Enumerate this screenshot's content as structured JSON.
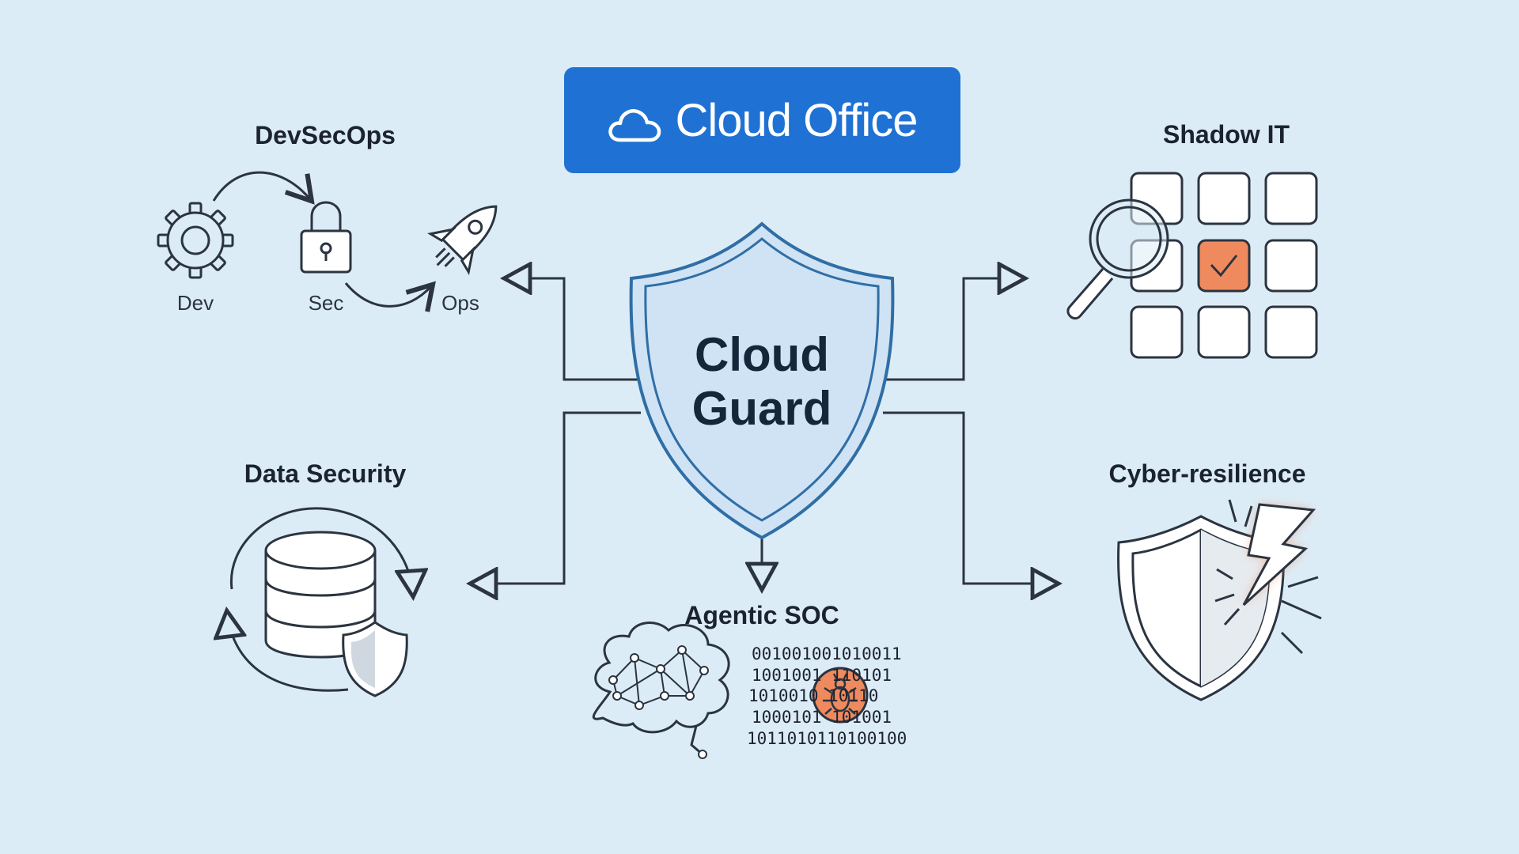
{
  "banner": {
    "title": "Cloud Office",
    "icon": "cloud-icon",
    "color": "#1f72d3"
  },
  "center": {
    "line1": "Cloud",
    "line2": "Guard"
  },
  "nodes": {
    "devsecops": {
      "title": "DevSecOps",
      "dev": "Dev",
      "sec": "Sec",
      "ops": "Ops"
    },
    "shadow_it": {
      "title": "Shadow IT"
    },
    "data_security": {
      "title": "Data Security"
    },
    "cyber_resilience": {
      "title": "Cyber-resilience"
    },
    "agentic_soc": {
      "title": "Agentic SOC",
      "binary": [
        "001001001010011",
        "1001001 110101",
        "1010010 10110",
        "1000101 101001",
        "1011010110100100"
      ]
    }
  },
  "colors": {
    "background": "#dcecf6",
    "accent_orange": "#ef8a5e",
    "shield_fill": "#cfe3f4",
    "shield_stroke": "#2f6ea6"
  }
}
